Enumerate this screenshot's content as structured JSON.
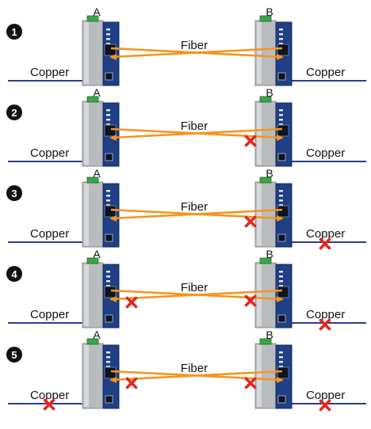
{
  "labels": {
    "device_a": "A",
    "device_b": "B",
    "fiber": "Fiber",
    "copper": "Copper"
  },
  "colors": {
    "fiber": "#f7941d",
    "copper": "#2d3b8c",
    "fault": "#e3261c",
    "badge": "#111111"
  },
  "scenarios": [
    {
      "number": "1",
      "faults": []
    },
    {
      "number": "2",
      "faults": [
        "fiber-b-bottom"
      ]
    },
    {
      "number": "3",
      "faults": [
        "fiber-b-bottom",
        "copper-b"
      ]
    },
    {
      "number": "4",
      "faults": [
        "fiber-a-bottom",
        "fiber-b-top",
        "copper-b"
      ]
    },
    {
      "number": "5",
      "faults": [
        "copper-a",
        "fiber-a-bottom",
        "fiber-b-bottom",
        "copper-b"
      ]
    }
  ]
}
